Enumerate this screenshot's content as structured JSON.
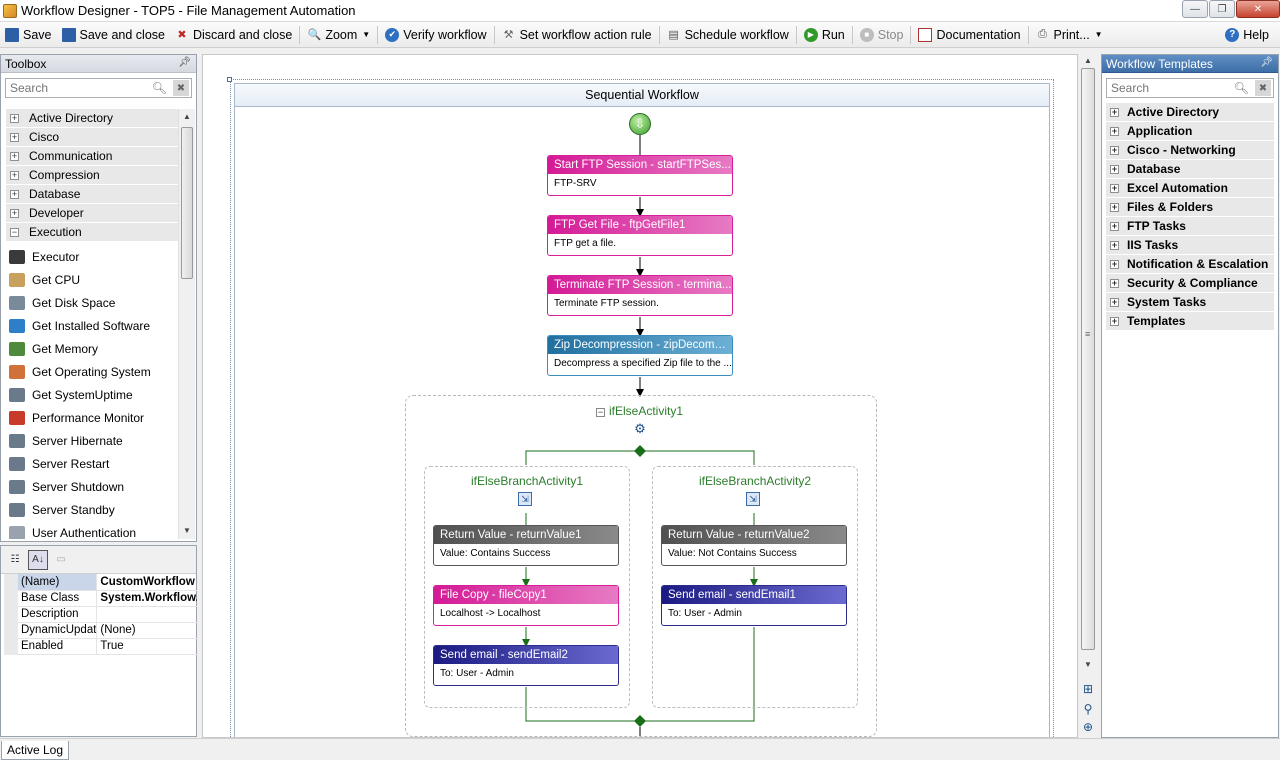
{
  "window": {
    "title": "Workflow Designer - TOP5 - File Management Automation",
    "minimize": "—",
    "maximize": "❐",
    "close": "✕"
  },
  "toolbar": {
    "save": "Save",
    "save_close": "Save and close",
    "discard_close": "Discard and close",
    "zoom": "Zoom",
    "verify": "Verify workflow",
    "action_rule": "Set workflow action rule",
    "schedule": "Schedule workflow",
    "run": "Run",
    "stop": "Stop",
    "documentation": "Documentation",
    "print": "Print...",
    "help": "Help"
  },
  "toolbox": {
    "title": "Toolbox",
    "search_placeholder": "Search",
    "categories": [
      {
        "label": "Active Directory",
        "expanded": false
      },
      {
        "label": "Cisco",
        "expanded": false
      },
      {
        "label": "Communication",
        "expanded": false
      },
      {
        "label": "Compression",
        "expanded": false
      },
      {
        "label": "Database",
        "expanded": false
      },
      {
        "label": "Developer",
        "expanded": false
      },
      {
        "label": "Execution",
        "expanded": true
      }
    ],
    "tools": [
      {
        "label": "Executor",
        "color": "#3a3a3a"
      },
      {
        "label": "Get CPU",
        "color": "#c8a060"
      },
      {
        "label": "Get Disk Space",
        "color": "#7a8a9a"
      },
      {
        "label": "Get Installed Software",
        "color": "#2f7fc8"
      },
      {
        "label": "Get Memory",
        "color": "#4e8a3e"
      },
      {
        "label": "Get Operating System",
        "color": "#d0703a"
      },
      {
        "label": "Get SystemUptime",
        "color": "#6a7a8a"
      },
      {
        "label": "Performance Monitor",
        "color": "#c83a2a"
      },
      {
        "label": "Server Hibernate",
        "color": "#6a7a8a"
      },
      {
        "label": "Server Restart",
        "color": "#6a7a8a"
      },
      {
        "label": "Server Shutdown",
        "color": "#6a7a8a"
      },
      {
        "label": "Server Standby",
        "color": "#6a7a8a"
      },
      {
        "label": "User Authentication",
        "color": "#9aa3ad"
      }
    ]
  },
  "properties": {
    "rows": [
      {
        "key": "(Name)",
        "value": "CustomWorkflow",
        "bold": true
      },
      {
        "key": "Base Class",
        "value": "System.Workflow.",
        "bold": true
      },
      {
        "key": "Description",
        "value": "",
        "bold": false
      },
      {
        "key": "DynamicUpdat",
        "value": "(None)",
        "bold": false
      },
      {
        "key": "Enabled",
        "value": "True",
        "bold": false
      }
    ]
  },
  "status_tab": "Active Log",
  "designer": {
    "workflow_title": "Sequential Workflow",
    "activities": [
      {
        "title": "Start FTP Session - startFTPSes...",
        "body": "FTP-SRV",
        "style": "magenta"
      },
      {
        "title": "FTP Get File - ftpGetFile1",
        "body": "FTP get a file.",
        "style": "magenta"
      },
      {
        "title": "Terminate FTP Session - termina...",
        "body": "Terminate FTP session.",
        "style": "magenta"
      },
      {
        "title": "Zip Decompression - zipDecompr...",
        "body": "Decompress a specified Zip file to the ...",
        "style": "teal"
      }
    ],
    "ifelse_label": "ifElseActivity1",
    "branch1": {
      "label": "ifElseBranchActivity1",
      "activities": [
        {
          "title": "Return Value - returnValue1",
          "body": "Value: Contains Success",
          "style": "gray"
        },
        {
          "title": "File Copy - fileCopy1",
          "body": "Localhost -> Localhost",
          "style": "magenta"
        },
        {
          "title": "Send email - sendEmail2",
          "body": "To: User - Admin",
          "style": "navy"
        }
      ]
    },
    "branch2": {
      "label": "ifElseBranchActivity2",
      "activities": [
        {
          "title": "Return Value - returnValue2",
          "body": "Value: Not Contains Success",
          "style": "gray"
        },
        {
          "title": "Send email - sendEmail1",
          "body": "To: User - Admin",
          "style": "navy"
        }
      ]
    }
  },
  "templates": {
    "title": "Workflow Templates",
    "search_placeholder": "Search",
    "categories": [
      "Active Directory",
      "Application",
      "Cisco - Networking",
      "Database",
      "Excel Automation",
      "Files & Folders",
      "FTP Tasks",
      "IIS Tasks",
      "Notification & Escalation",
      "Security & Compliance",
      "System Tasks",
      "Templates"
    ]
  }
}
